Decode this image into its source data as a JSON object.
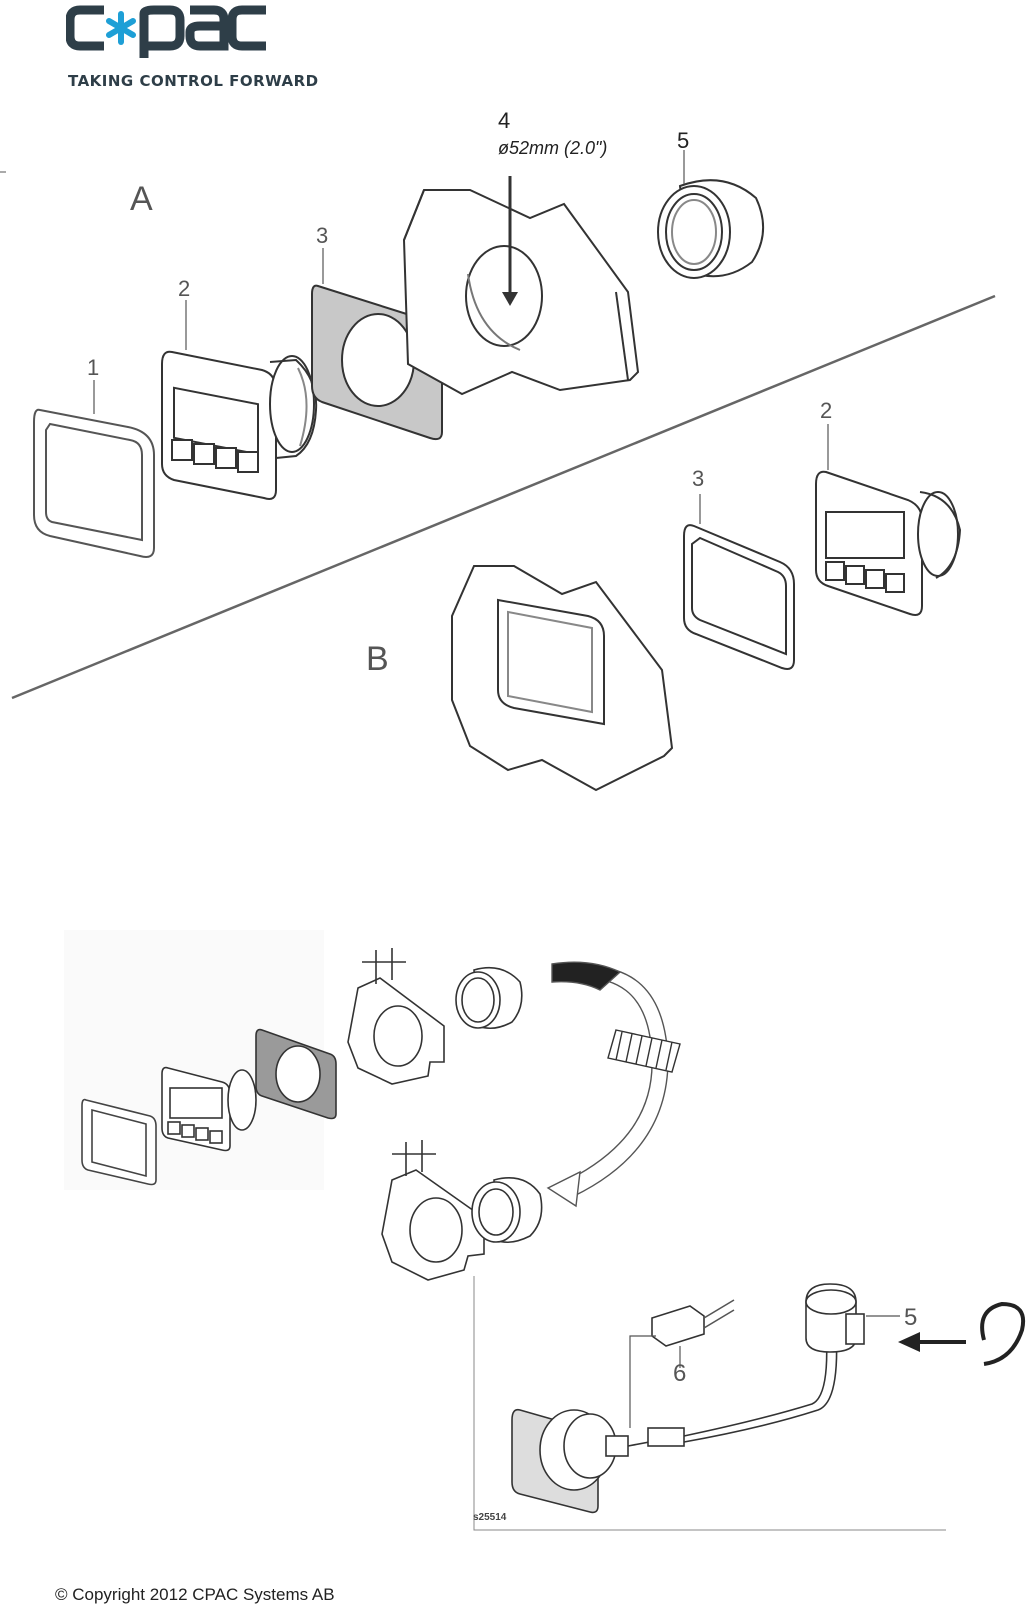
{
  "brand": {
    "logo_text": "c*pac",
    "tagline": "TAKING CONTROL FORWARD",
    "primary_color": "#2e3e48",
    "accent_color": "#1e9fd6"
  },
  "figure_top": {
    "section_a": "A",
    "section_b": "B",
    "callouts": {
      "a1": "1",
      "a2": "2",
      "a3": "3",
      "a4": "4",
      "a4_dim": "ø52mm (2.0\")",
      "a5": "5",
      "b2": "2",
      "b3": "3"
    }
  },
  "figure_bottom": {
    "callouts": {
      "c5": "5",
      "c6": "6"
    },
    "drawing_code": "s25514"
  },
  "footer": {
    "copyright": "© Copyright 2012 CPAC Systems AB"
  }
}
